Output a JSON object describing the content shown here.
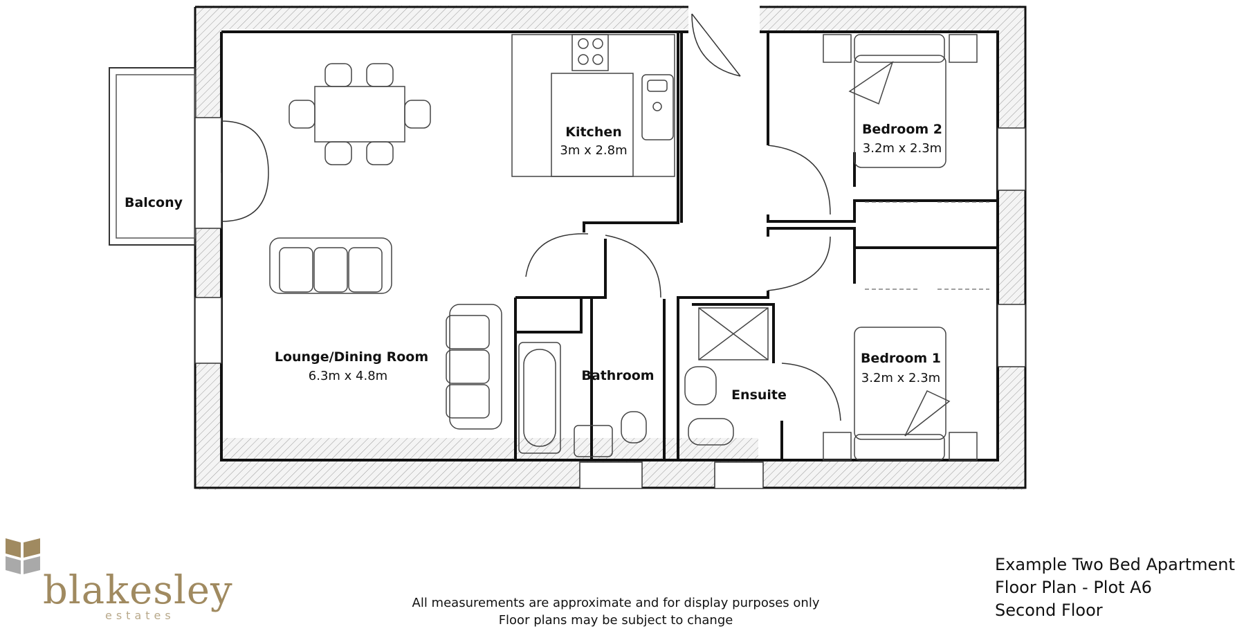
{
  "rooms": {
    "kitchen": {
      "name": "Kitchen",
      "dims": "3m x  2.8m"
    },
    "bedroom2": {
      "name": "Bedroom 2",
      "dims": "3.2m x 2.3m"
    },
    "balcony": {
      "name": "Balcony"
    },
    "lounge": {
      "name": "Lounge/Dining Room",
      "dims": "6.3m x 4.8m"
    },
    "bathroom": {
      "name": "Bathroom"
    },
    "ensuite": {
      "name": "Ensuite"
    },
    "bedroom1": {
      "name": "Bedroom 1",
      "dims": "3.2m x 2.3m"
    }
  },
  "footer": {
    "note_line1": "All measurements are approximate and for display purposes only",
    "note_line2": "Floor plans may be subject to change"
  },
  "title_block": {
    "line1": "Example Two Bed Apartment",
    "line2": "Floor Plan  - Plot A6",
    "line3": "Second Floor"
  },
  "logo": {
    "name": "blakesley",
    "sub": "estates",
    "colors": {
      "primary": "#a08a60",
      "grey": "#a9a9a9"
    }
  }
}
